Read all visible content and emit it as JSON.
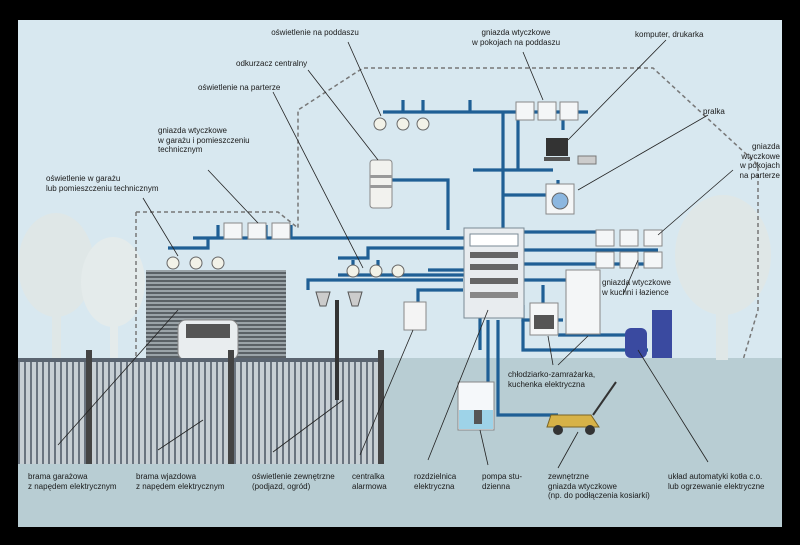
{
  "colors": {
    "background": "#d8e8f0",
    "ground": "#b8cdd3",
    "wire": "#1f5f95",
    "tree": "#dfe7e7",
    "house_outline": "#777777",
    "mower": "#d7b247",
    "heater": "#3a4aa0"
  },
  "labels": {
    "attic_lighting": "oświetlenie na poddaszu",
    "attic_sockets": "gniazda wtyczkowe\nw pokojach na poddaszu",
    "computer": "komputer, drukarka",
    "central_vacuum": "odkurzacz centralny",
    "washing_machine": "pralka",
    "ground_floor_lighting": "oświetlenie na parterze",
    "garage_sockets": "gniazda wtyczkowe\nw garażu i pomieszczeniu\ntechnicznym",
    "room_sockets": "gniazda\nwtyczkowe\nw pokojach\nna parterze",
    "garage_lighting": "oświetlenie w garażu\nlub pomieszczeniu technicznym",
    "kitchen_sockets": "gniazda wtyczkowe\nw kuchni i łazience",
    "fridge_stove": "chłodziarko-zamrażarka,\nkuchenka elektryczna",
    "garage_gate": "brama garażowa\nz napędem elektrycznym",
    "driveway_gate": "brama wjazdowa\nz napędem elektrycznym",
    "outdoor_lighting": "oświetlenie zewnętrzne\n(podjazd, ogród)",
    "alarm": "centralka\nalarmowa",
    "switchboard": "rozdzielnica\nelektryczna",
    "well_pump": "pompa stu-\ndzienna",
    "outdoor_socket": "zewnętrzne\ngniazda wtyczkowe\n(np. do podłączenia kosiarki)",
    "boiler": "układ automatyki kotła c.o.\nlub ogrzewanie elektryczne"
  }
}
